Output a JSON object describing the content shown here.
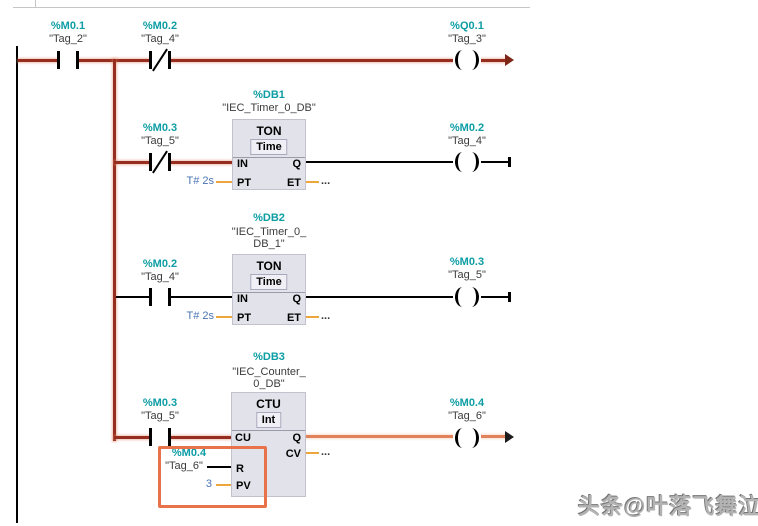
{
  "colors": {
    "address_teal": "#0d9da4",
    "energized_red": "#962e1f",
    "highlight_orange": "#e2825a",
    "stub_amber": "#eca63c",
    "constant_blue": "#4a74b4"
  },
  "watermark": {
    "text": "头条@叶落飞舞泣"
  },
  "rung1": {
    "contact1": {
      "addr": "%M0.1",
      "tag": "\"Tag_2\""
    },
    "contact2": {
      "addr": "%M0.2",
      "tag": "\"Tag_4\""
    },
    "coil": {
      "addr": "%Q0.1",
      "tag": "\"Tag_3\""
    }
  },
  "timer1": {
    "db_addr": "%DB1",
    "db_name1": "\"IEC_Timer_0_DB\"",
    "title": "TON",
    "type": "Time",
    "ports": {
      "in": "IN",
      "pt": "PT",
      "q": "Q",
      "et": "ET"
    },
    "pt_value": "T# 2s",
    "et_value": "...",
    "contact": {
      "addr": "%M0.3",
      "tag": "\"Tag_5\""
    },
    "coil": {
      "addr": "%M0.2",
      "tag": "\"Tag_4\""
    }
  },
  "timer2": {
    "db_addr": "%DB2",
    "db_name1": "\"IEC_Timer_0_",
    "db_name2": "DB_1\"",
    "title": "TON",
    "type": "Time",
    "ports": {
      "in": "IN",
      "pt": "PT",
      "q": "Q",
      "et": "ET"
    },
    "pt_value": "T# 2s",
    "et_value": "...",
    "contact": {
      "addr": "%M0.2",
      "tag": "\"Tag_4\""
    },
    "coil": {
      "addr": "%M0.3",
      "tag": "\"Tag_5\""
    }
  },
  "counter": {
    "db_addr": "%DB3",
    "db_name1": "\"IEC_Counter_",
    "db_name2": "0_DB\"",
    "title": "CTU",
    "type": "Int",
    "ports": {
      "cu": "CU",
      "r": "R",
      "pv": "PV",
      "q": "Q",
      "cv": "CV"
    },
    "pv_value": "3",
    "cv_value": "...",
    "contact": {
      "addr": "%M0.3",
      "tag": "\"Tag_5\""
    },
    "coil": {
      "addr": "%M0.4",
      "tag": "\"Tag_6\""
    },
    "reset": {
      "addr": "%M0.4",
      "tag": "\"Tag_6\""
    }
  }
}
